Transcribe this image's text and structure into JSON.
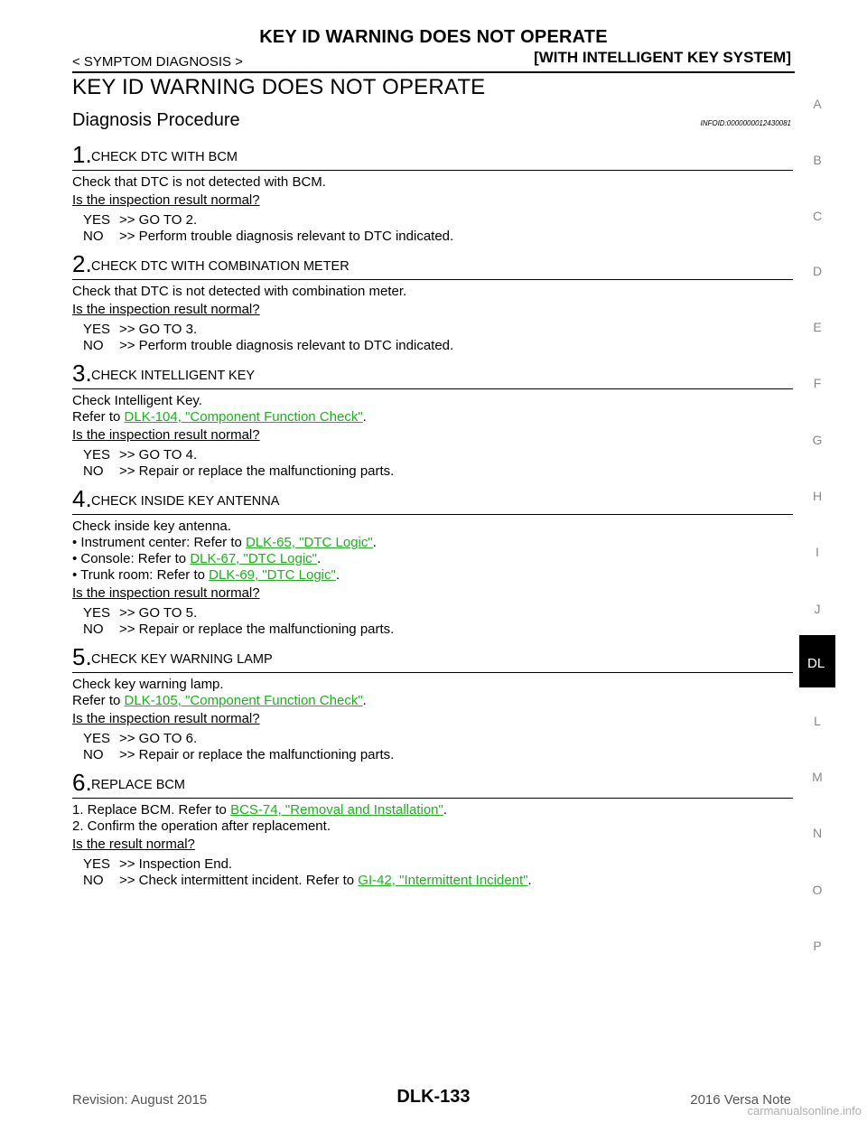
{
  "header": {
    "title": "KEY ID WARNING DOES NOT OPERATE",
    "breadcrumb": "< SYMPTOM DIAGNOSIS >",
    "system": "[WITH INTELLIGENT KEY SYSTEM]"
  },
  "page_title": "KEY ID WARNING DOES NOT OPERATE",
  "procedure": {
    "title": "Diagnosis Procedure",
    "infoid": "INFOID:0000000012430081"
  },
  "steps": [
    {
      "num": "1.",
      "title": "CHECK DTC WITH BCM",
      "desc": "Check that DTC is not detected with BCM.",
      "question": "Is the inspection result normal?",
      "yes": ">> GO TO 2.",
      "no": ">> Perform trouble diagnosis relevant to DTC indicated."
    },
    {
      "num": "2.",
      "title": "CHECK DTC WITH COMBINATION METER",
      "desc": "Check that DTC is not detected with combination meter.",
      "question": "Is the inspection result normal?",
      "yes": ">> GO TO 3.",
      "no": ">> Perform trouble diagnosis relevant to DTC indicated."
    },
    {
      "num": "3.",
      "title": "CHECK INTELLIGENT KEY",
      "desc": "Check Intelligent Key.",
      "refer_prefix": "Refer to ",
      "refer_link": "DLK-104, \"Component Function Check\"",
      "refer_suffix": ".",
      "question": "Is the inspection result normal?",
      "yes": ">> GO TO 4.",
      "no": ">> Repair or replace the malfunctioning parts."
    },
    {
      "num": "4.",
      "title": "CHECK INSIDE KEY ANTENNA",
      "desc": "Check inside key antenna.",
      "bullets": [
        {
          "prefix": "• Instrument center: Refer to ",
          "link": "DLK-65, \"DTC Logic\"",
          "suffix": "."
        },
        {
          "prefix": "• Console: Refer to ",
          "link": "DLK-67, \"DTC Logic\"",
          "suffix": "."
        },
        {
          "prefix": "• Trunk room: Refer to ",
          "link": "DLK-69, \"DTC Logic\"",
          "suffix": "."
        }
      ],
      "question": "Is the inspection result normal?",
      "yes": ">> GO TO 5.",
      "no": ">> Repair or replace the malfunctioning parts."
    },
    {
      "num": "5.",
      "title": "CHECK KEY WARNING LAMP",
      "desc": "Check key warning lamp.",
      "refer_prefix": "Refer to ",
      "refer_link": "DLK-105, \"Component Function Check\"",
      "refer_suffix": ".",
      "question": "Is the inspection result normal?",
      "yes": ">> GO TO 6.",
      "no": ">> Repair or replace the malfunctioning parts."
    },
    {
      "num": "6.",
      "title": "REPLACE BCM",
      "line1_prefix": "1.   Replace BCM. Refer to ",
      "line1_link": "BCS-74, \"Removal and Installation\"",
      "line1_suffix": ".",
      "line2": "2.   Confirm the operation after replacement.",
      "question": "Is the result normal?",
      "yes": ">> Inspection End.",
      "no_prefix": ">> Check intermittent incident. Refer to ",
      "no_link": "GI-42, \"Intermittent Incident\"",
      "no_suffix": "."
    }
  ],
  "answer_labels": {
    "yes": "YES",
    "no": "NO"
  },
  "side_nav": [
    "A",
    "B",
    "C",
    "D",
    "E",
    "F",
    "G",
    "H",
    "I",
    "J",
    "DL",
    "L",
    "M",
    "N",
    "O",
    "P"
  ],
  "side_nav_active": "DL",
  "footer": {
    "revision": "Revision: August 2015",
    "page": "DLK-133",
    "model": "2016 Versa Note"
  },
  "watermark": "carmanualsonline.info",
  "colors": {
    "link": "#19b419"
  }
}
